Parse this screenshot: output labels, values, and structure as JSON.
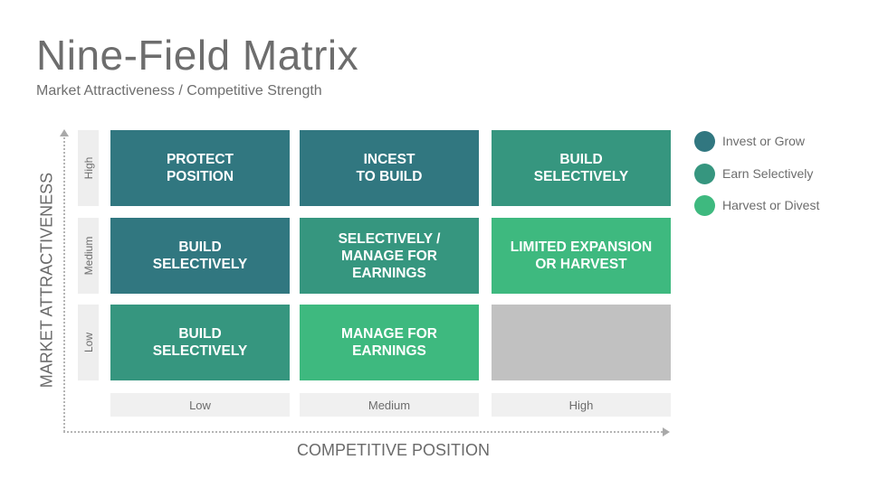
{
  "title": "Nine-Field Matrix",
  "subtitle": "Market Attractiveness / Competitive Strength",
  "y_axis_title": "MARKET ATTRACTIVENESS",
  "x_axis_title": "COMPETITIVE POSITION",
  "row_labels": [
    "High",
    "Medium",
    "Low"
  ],
  "column_labels": [
    "Low",
    "Medium",
    "High"
  ],
  "colors": {
    "invest": "#317780",
    "earn": "#36967f",
    "harvest": "#3eb97f",
    "empty": "#c1c1c1"
  },
  "cells": [
    {
      "row": "High",
      "column": "Low",
      "text": "PROTECT\nPOSITION",
      "category": "invest"
    },
    {
      "row": "High",
      "column": "Medium",
      "text": "INCEST\nTO BUILD",
      "category": "invest"
    },
    {
      "row": "High",
      "column": "High",
      "text": "BUILD\nSELECTIVELY",
      "category": "earn"
    },
    {
      "row": "Medium",
      "column": "Low",
      "text": "BUILD\nSELECTIVELY",
      "category": "invest"
    },
    {
      "row": "Medium",
      "column": "Medium",
      "text": "SELECTIVELY /\nMANAGE FOR\nEARNINGS",
      "category": "earn"
    },
    {
      "row": "Medium",
      "column": "High",
      "text": "LIMITED EXPANSION\nOR HARVEST",
      "category": "harvest"
    },
    {
      "row": "Low",
      "column": "Low",
      "text": "BUILD\nSELECTIVELY",
      "category": "earn"
    },
    {
      "row": "Low",
      "column": "Medium",
      "text": "MANAGE FOR\nEARNINGS",
      "category": "harvest"
    },
    {
      "row": "Low",
      "column": "High",
      "text": "",
      "category": "empty"
    }
  ],
  "legend": [
    {
      "label": "Invest or Grow",
      "category": "invest"
    },
    {
      "label": "Earn Selectively",
      "category": "earn"
    },
    {
      "label": "Harvest or Divest",
      "category": "harvest"
    }
  ]
}
